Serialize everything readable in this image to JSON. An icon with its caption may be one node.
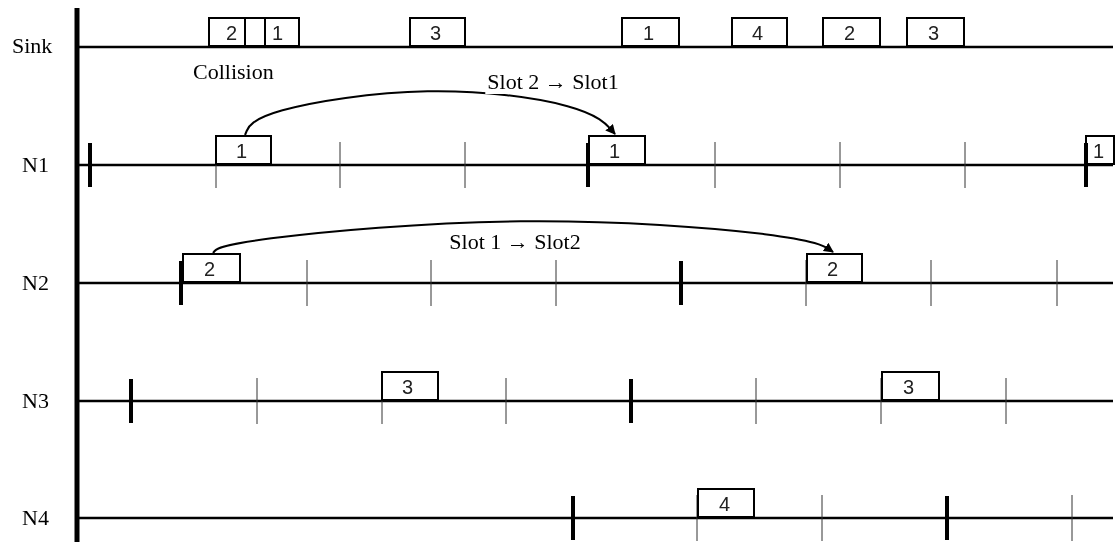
{
  "diagram": {
    "nodes": [
      {
        "text": [
          "2"
        ]
      },
      {
        "text": [
          "1"
        ]
      },
      {
        "text": [
          "3"
        ]
      },
      {
        "text": [
          "1"
        ]
      },
      {
        "text": [
          "4"
        ]
      },
      {
        "text": [
          "2"
        ]
      },
      {
        "text": [
          "3"
        ]
      },
      {
        "text": [
          "1"
        ]
      },
      {
        "text": [
          "1"
        ]
      },
      {
        "text": [
          "1"
        ]
      },
      {
        "text": [
          "2"
        ]
      },
      {
        "text": [
          "2"
        ]
      },
      {
        "text": [
          "3"
        ]
      },
      {
        "text": [
          "3"
        ]
      },
      {
        "text": [
          "4"
        ]
      }
    ],
    "edges": [
      {
        "from": 7,
        "to": 8,
        "arrow": "to",
        "label": "Slot 2 → Slot1"
      },
      {
        "from": 10,
        "to": 11,
        "arrow": "to",
        "label": "Slot 1 → Slot2"
      }
    ],
    "labels": [
      "Sink",
      "Collision",
      "N1",
      "N2",
      "N3",
      "N4"
    ]
  }
}
